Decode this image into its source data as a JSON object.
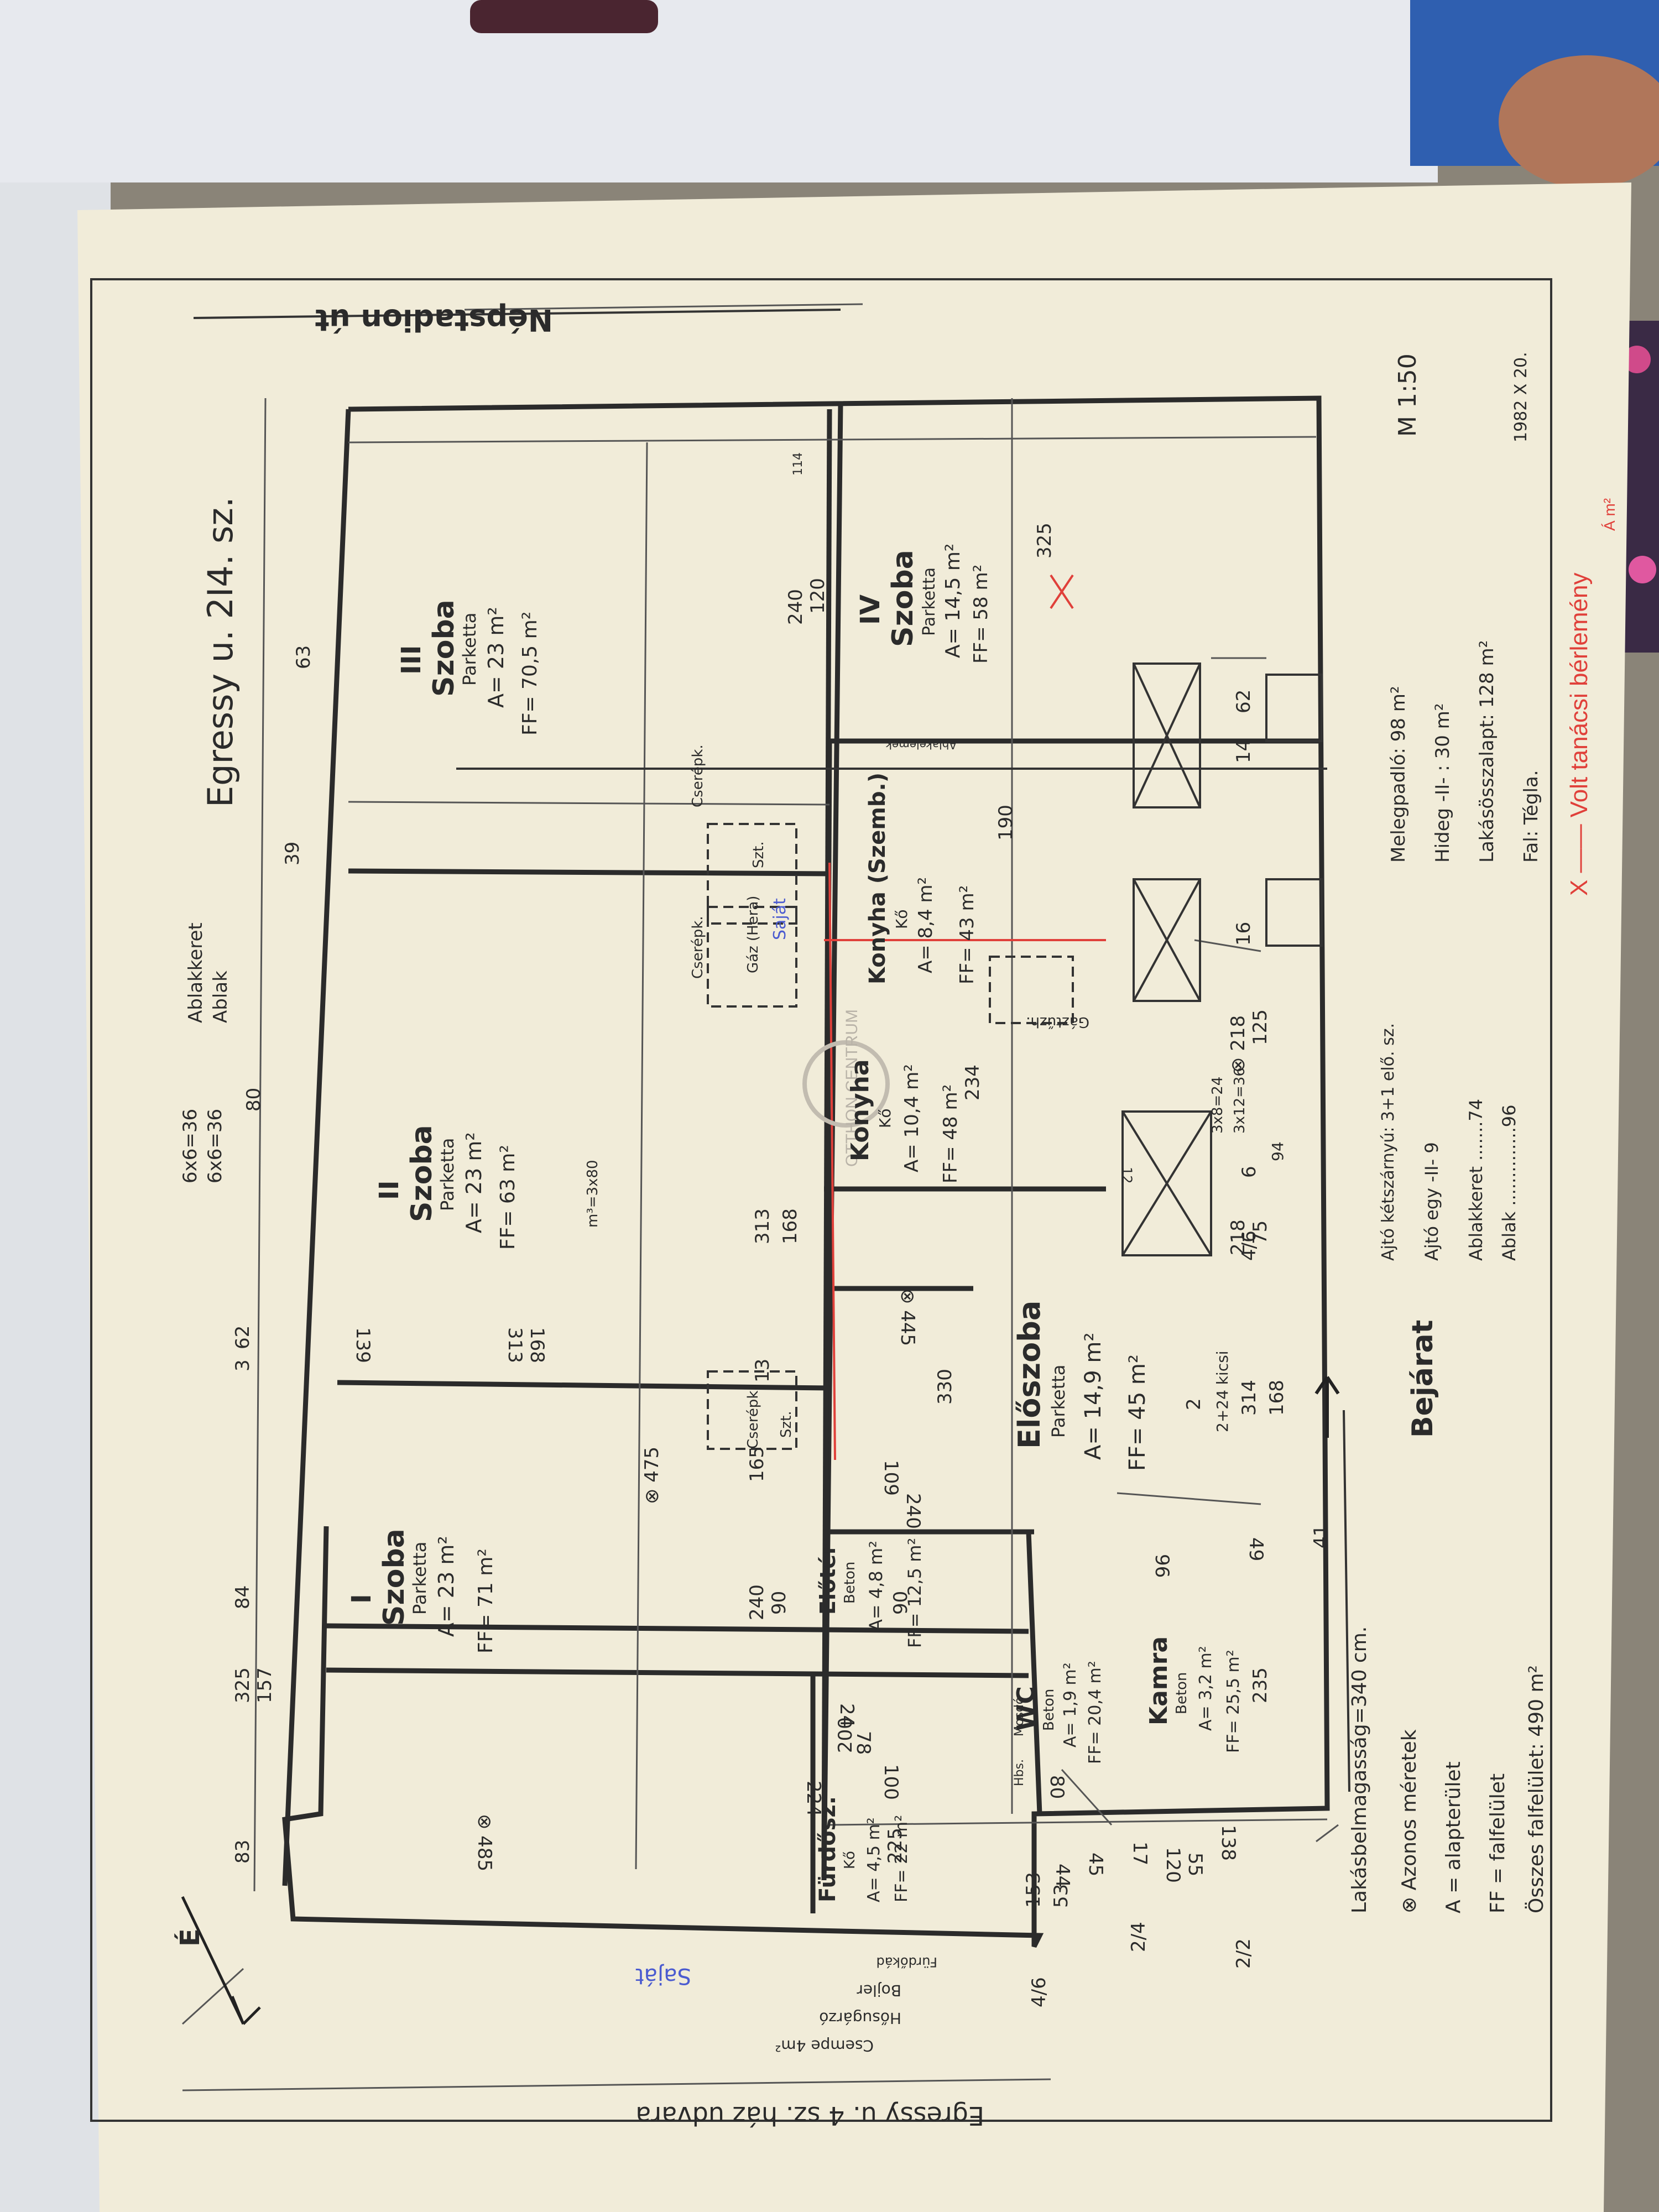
{
  "street_top": "Egressy u. 2I4. sz.",
  "street_right": "Népstadion út",
  "street_bottom": "Egressy u. 4 sz. ház udvara",
  "scale": "M 1:50",
  "scale_date": "1982 X 20.",
  "window_frame_a": "6x6=36",
  "window_frame_b": "6x6=36",
  "window_frame_label": "Ablakkeret",
  "window_label": "Ablak",
  "watermark_brand": "OTTHON CENTRUM",
  "rooms": {
    "szoba_iii": {
      "num": "III",
      "name": "Szoba",
      "floor": "Parketta",
      "area": "A= 23 m²",
      "ff": "FF= 70,5 m²"
    },
    "szoba_ii": {
      "num": "II",
      "name": "Szoba",
      "floor": "Parketta",
      "area": "A= 23 m²",
      "ff": "FF= 63 m²"
    },
    "szoba_i": {
      "num": "I",
      "name": "Szoba",
      "floor": "Parketta",
      "area": "A= 23 m²",
      "ff": "FF= 71 m²"
    },
    "szoba_iv": {
      "num": "IV",
      "name": "Szoba",
      "floor": "Parketta",
      "area": "A= 14,5 m²",
      "ff": "FF= 58 m²"
    },
    "konyha_small": {
      "name": "Konyha (Szemb.)",
      "floor": "Kő",
      "area": "A= 8,4 m²",
      "ff": "FF= 43 m²"
    },
    "konyha": {
      "name": "Konyha",
      "floor": "Kő",
      "area": "A= 10,4 m²",
      "ff": "FF= 48 m²"
    },
    "eloszoba": {
      "name": "Előszoba",
      "floor": "Parketta",
      "area": "A= 14,9 m²",
      "ff": "FF= 45 m²"
    },
    "eloter": {
      "name": "Előtér",
      "floor": "Beton",
      "area": "A= 4,8 m²",
      "ff": "FF= 12,5 m²"
    },
    "wc": {
      "name": "WC",
      "floor": "Beton",
      "area": "A= 1,9 m²",
      "ff": "FF= 20,4 m²"
    },
    "kamra": {
      "name": "Kamra",
      "floor": "Beton",
      "area": "A= 3,2 m²",
      "ff": "FF= 25,5 m²"
    },
    "furdo": {
      "name": "Fürdősz.",
      "floor": "Kő",
      "area": "A= 4,5 m²",
      "ff": "FF= 22 m²"
    }
  },
  "dims": {
    "d_83": "83",
    "d_325": "325",
    "d_157": "157",
    "d_84": "84",
    "d_3": "3",
    "d_62": "62",
    "d_80": "80",
    "d_39": "39",
    "d_63": "63",
    "d_240a": "240",
    "d_120": "120",
    "d_114": "114",
    "d_325b": "325",
    "d_313": "313",
    "d_168": "168",
    "d_139": "139",
    "d_313b": "313",
    "d_168b": "168",
    "d_13": "13",
    "d_165": "165",
    "d_240b": "240",
    "d_90": "90",
    "d_445": "⊗ 445",
    "d_330": "330",
    "d_234": "234",
    "d_190": "190",
    "d_475": "⊗ 475",
    "d_485": "⊗ 485",
    "d_225": "225",
    "d_200": "200",
    "d_224": "224",
    "d_100": "100",
    "d_109": "109",
    "d_240c": "240",
    "d_90b": "90",
    "d_41": "41",
    "d_314": "314",
    "d_168c": "168",
    "d_218a": "218",
    "d_75": "75",
    "d_6": "6",
    "d_218b": "⊗ 218",
    "d_125": "125",
    "d_16": "16",
    "d_14": "14",
    "d_62b": "62",
    "d_96": "96",
    "d_49": "49",
    "d_235": "235",
    "d_138": "138",
    "d_153": "153",
    "d_53": "53",
    "d_80b": "80",
    "d_45": "45",
    "d_44": "44",
    "d_17": "17",
    "d_120b": "120",
    "d_55": "55",
    "d_24": "24",
    "d_78": "78",
    "d_4_6": "4/6",
    "d_2_4": "2/4",
    "d_2_2": "2/2",
    "d_frac": "2+24 kicsi",
    "d_frac2": "2",
    "d_frac3": "3x8=24",
    "d_frac4": "3x12=36",
    "d_frac5": "4/6",
    "d_94": "94",
    "d_12": "12"
  },
  "fixtures": {
    "csereph_1": "Cserépk.",
    "szt_1": "Szt.",
    "csereph_2": "Cserépk.",
    "gaz": "Gáz (Hera)",
    "csereph_3": "Cserépk.",
    "szt_2": "Szt.",
    "gaztuzhely": "Gáztűzh.",
    "mosdo": "Mosdó",
    "hbs": "Hbs.",
    "fürdőkád": "Fürdőkád",
    "bojler": "Bojler",
    "hosugarzo": "Hősugárzó",
    "csempe": "Csempe 4m²",
    "sajat": "Saját",
    "sajat2": "Saját",
    "m3": "m³=3x80",
    "ablakelemek": "Ablakelemek"
  },
  "legend": {
    "height": "Lakásbelmagasság=340 cm.",
    "azonos": "⊗ Azonos méretek",
    "a_def": "A = alapterület",
    "ff_def": "FF = falfelület",
    "total_wall": "Összes falfelület: 490 m²",
    "entrance": "Bejárat",
    "doors": "Ajtó kétszárnyú: 3+1 elő. sz.",
    "door_one": "Ajtó egy    -II-   9",
    "frame": "Ablakkeret .......74",
    "windows": "Ablak ..............96",
    "warm_floor": "Melegpadló: 98 m²",
    "cold_floor": "Hideg  -II-  : 30 m²",
    "total_floor": "Lakásösszalapt: 128 m²",
    "wall": "Fal: Tégla."
  },
  "red_note": "X ——  Volt tanácsi bérlemény",
  "red_note2": "Á m²",
  "north": "É"
}
